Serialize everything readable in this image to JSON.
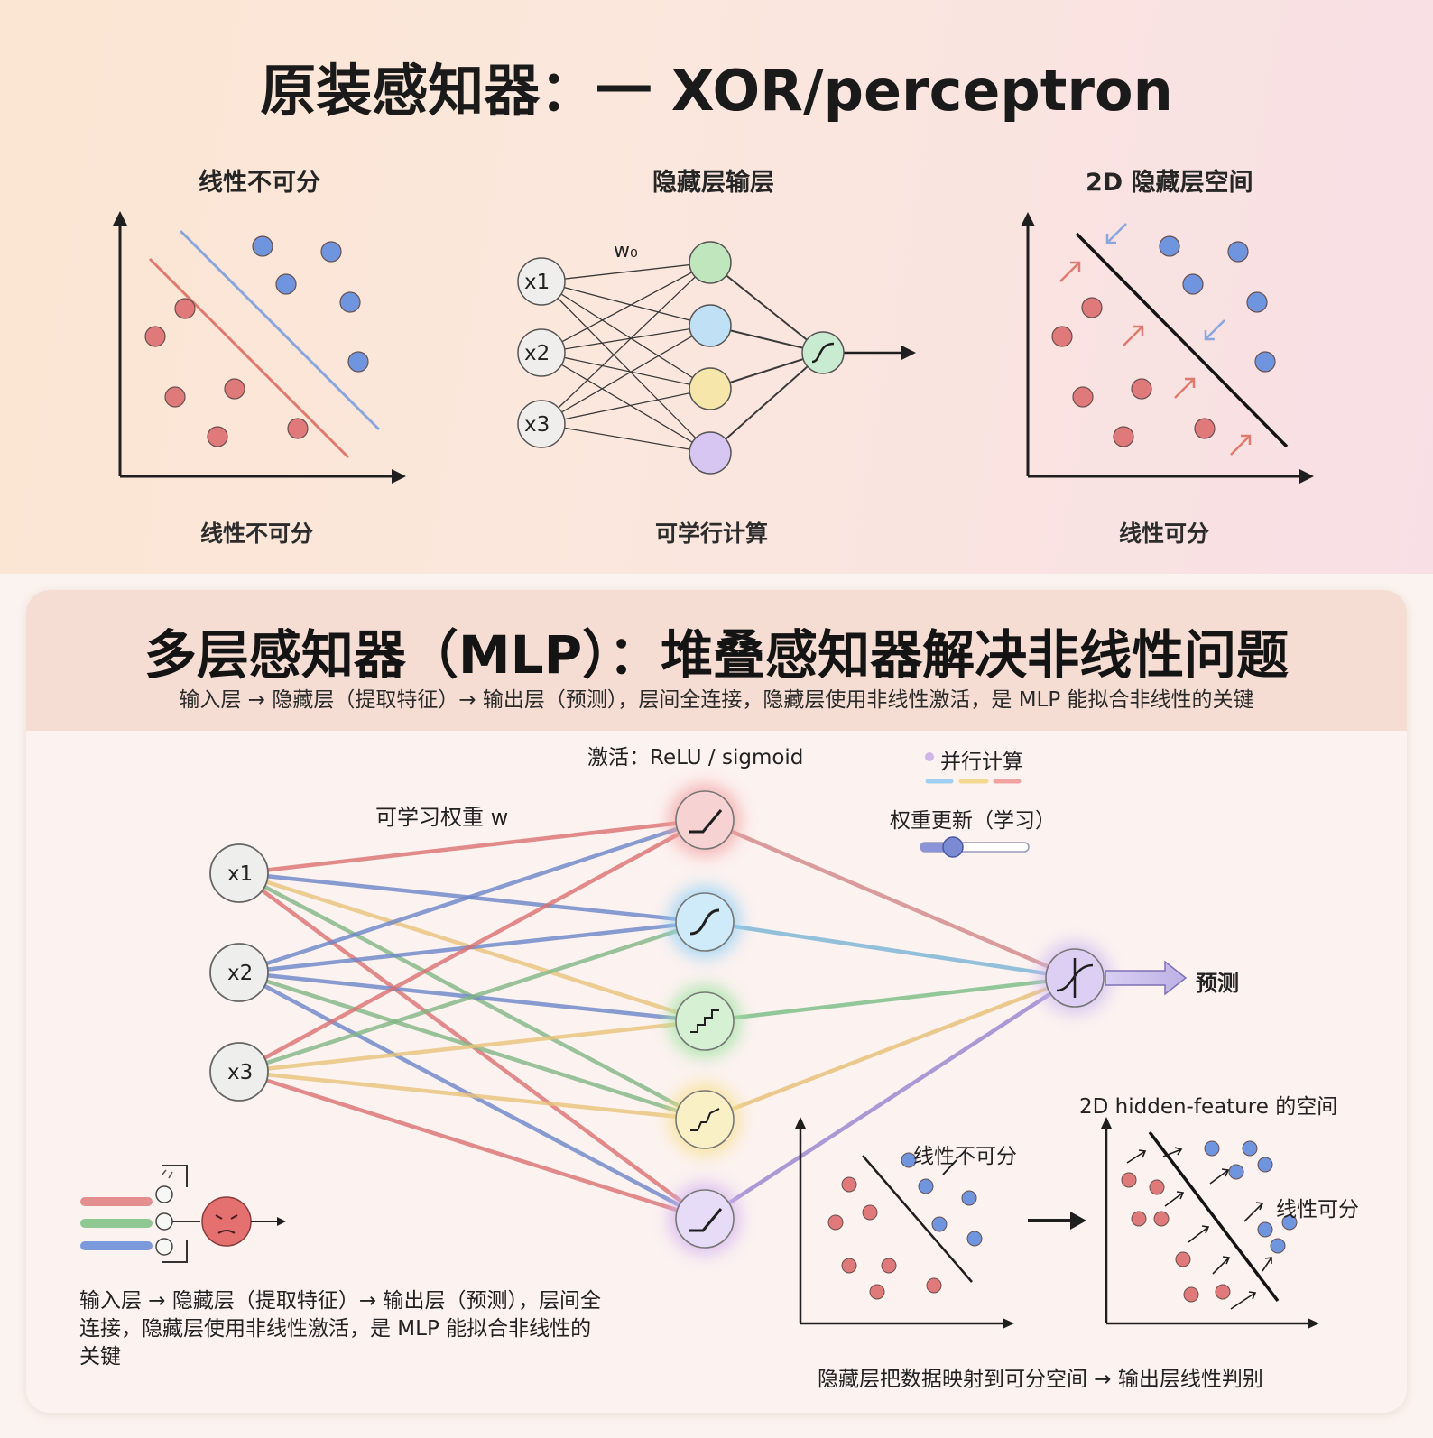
{
  "top": {
    "title": "原装感知器：一 XOR/perceptron",
    "panels": [
      {
        "title": "线性不可分",
        "caption": "线性不可分"
      },
      {
        "title": "隐藏层输层",
        "caption": "可学行计算",
        "weight_label": "w₀",
        "inputs": [
          "x1",
          "x2",
          "x3"
        ]
      },
      {
        "title": "2D 隐藏层空间",
        "caption": "线性可分"
      }
    ]
  },
  "mlp": {
    "title": "多层感知器（MLP）：堆叠感知器解决非线性问题",
    "subtitle": "输入层 → 隐藏层（提取特征）→ 输出层（预测），层间全连接，隐藏层使用非线性激活，是 MLP 能拟合非线性的关键",
    "activation_label": "激活：ReLU / sigmoid",
    "weights_label": "可学习权重 w",
    "parallel_label": "并行计算",
    "weight_update_label": "权重更新（学习）",
    "weight_update_value": 0.3,
    "inputs": [
      "x1",
      "x2",
      "x3"
    ],
    "output_label": "预测",
    "hidden_colors": [
      "#e88a8a",
      "#7ec2ec",
      "#86d38f",
      "#f0d77c",
      "#c3a4e6"
    ],
    "edge_colors": {
      "red": "#d96f6f",
      "blue": "#6a84c8",
      "green": "#7fb585",
      "yellow": "#e8c27a",
      "purple": "#9c8ad0"
    },
    "bottom_note": "输入层 → 隐藏层（提取特征）→ 输出层（预测），层间全连接，隐藏层使用非线性激活，是 MLP 能拟合非线性的关键",
    "feature_space_title": "2D hidden-feature 的空间",
    "left_plot_label": "线性不可分",
    "right_plot_label": "线性可分",
    "mapping_caption": "隐藏层把数据映射到可分空间 → 输出层线性判别"
  },
  "colors": {
    "red_point": "#e07a7a",
    "blue_point": "#6f95de",
    "red_line": "#e07a6e",
    "blue_line": "#8aa6de"
  }
}
